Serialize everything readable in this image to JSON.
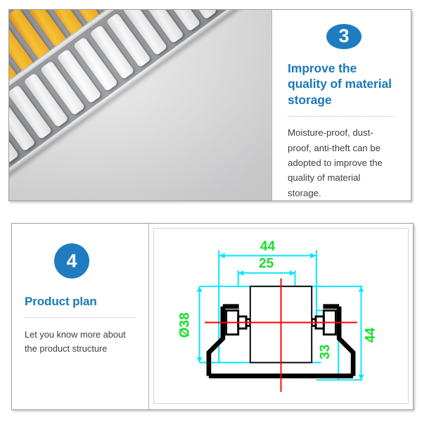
{
  "cards": [
    {
      "number": "3",
      "heading": "Improve the quality of material storage",
      "body": "Moisture-proof, dust-proof, anti-theft can be adopted to improve the quality of material storage.",
      "photo_alt": "gravity-roller-conveyor-lanes-photo"
    },
    {
      "number": "4",
      "heading": "Product plan",
      "body": "Let you know more about the product structure"
    }
  ],
  "drawing": {
    "title": "roller-track-cross-section",
    "dimensions": {
      "width_outer": "44",
      "width_inner": "25",
      "diameter": "Ø38",
      "height_inner": "33",
      "height_outer": "44"
    }
  },
  "colors": {
    "badge_blue": "#1f7cc0",
    "heading_blue": "#1a79b8",
    "body_gray": "#3f3f3f",
    "dimension_cyan": "#00e5ff",
    "dimension_green": "#12e02a",
    "centerline_red": "#ff0000",
    "profile_black": "#000000",
    "card_border": "#9e9e9e",
    "roller_orange": "#ffc21c",
    "roller_black": "#0b0b0b",
    "roller_white": "#f2f2f3"
  }
}
